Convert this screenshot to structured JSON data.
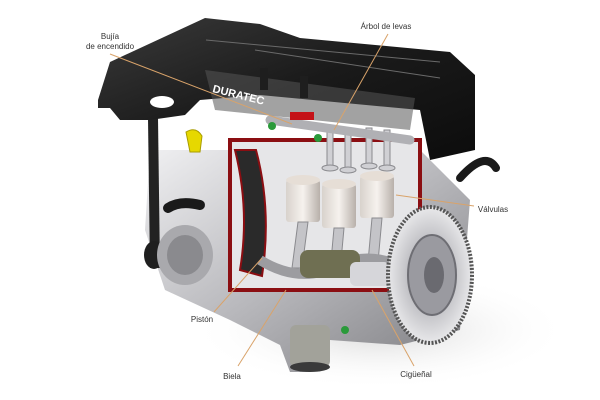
{
  "diagram": {
    "subject": "Duratec engine cutaway",
    "cover_logo": "DURATEC",
    "colors": {
      "background": "#ffffff",
      "leader_line": "#d9a36a",
      "label_text": "#333333",
      "cover": "#1c1c1c",
      "cutaway_red": "#8b0e12",
      "metal": "#c9c9cc",
      "oil_cap": "#e6d800",
      "accent_green": "#2a9a3a"
    },
    "labels": [
      {
        "id": "spark-plug",
        "lines": [
          "Bujía",
          "de encendido"
        ]
      },
      {
        "id": "camshaft",
        "lines": [
          "Árbol de levas"
        ]
      },
      {
        "id": "valves",
        "lines": [
          "Válvulas"
        ]
      },
      {
        "id": "piston",
        "lines": [
          "Pistón"
        ]
      },
      {
        "id": "connecting-rod",
        "lines": [
          "Biela"
        ]
      },
      {
        "id": "crankshaft",
        "lines": [
          "Cigüeñal"
        ]
      }
    ]
  }
}
